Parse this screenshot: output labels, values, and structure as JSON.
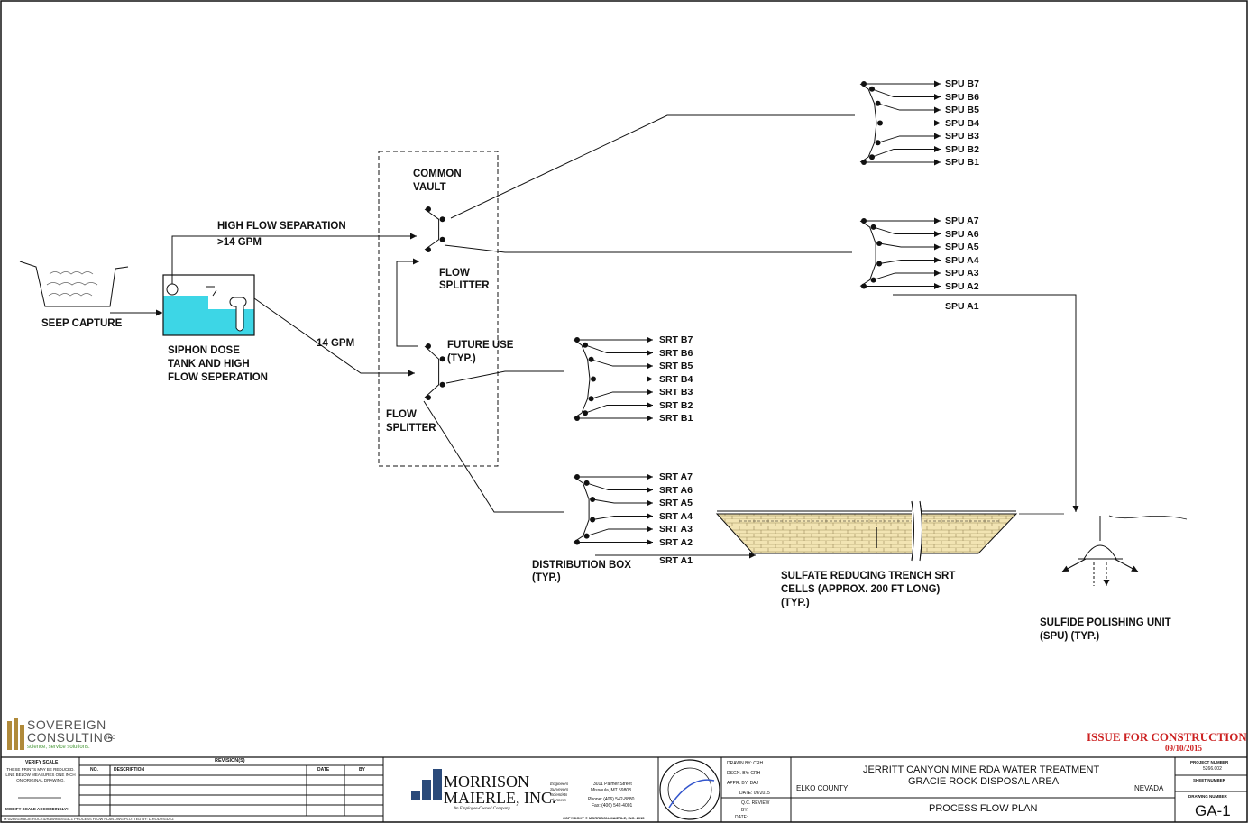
{
  "labels": {
    "seep_capture": "SEEP CAPTURE",
    "siphon_tank": [
      "SIPHON DOSE",
      "TANK AND HIGH",
      "FLOW SEPERATION"
    ],
    "high_flow": "HIGH FLOW SEPARATION",
    "gt14": ">14 GPM",
    "gpm14": "14 GPM",
    "common_vault": [
      "COMMON",
      "VAULT"
    ],
    "flow_splitter_upper": [
      "FLOW",
      "SPLITTER"
    ],
    "future_use": "FUTURE USE",
    "typ": "(TYP.)",
    "flow_splitter_lower": [
      "FLOW",
      "SPLITTER"
    ],
    "distribution_box": [
      "DISTRIBUTION BOX",
      "(TYP.)"
    ],
    "srt_cells": [
      "SULFATE REDUCING TRENCH SRT",
      "CELLS (APPROX. 200 FT LONG)",
      "(TYP.)"
    ],
    "spu_label": [
      "SULFIDE POLISHING UNIT",
      "(SPU) (TYP.)"
    ]
  },
  "spu_b": [
    "SPU B7",
    "SPU B6",
    "SPU B5",
    "SPU B4",
    "SPU B3",
    "SPU B2",
    "SPU B1"
  ],
  "spu_a": [
    "SPU A7",
    "SPU A6",
    "SPU A5",
    "SPU A4",
    "SPU A3",
    "SPU A2"
  ],
  "spu_a1": "SPU A1",
  "srt_b": [
    "SRT B7",
    "SRT B6",
    "SRT B5",
    "SRT B4",
    "SRT B3",
    "SRT B2",
    "SRT B1"
  ],
  "srt_a": [
    "SRT A7",
    "SRT A6",
    "SRT A5",
    "SRT A4",
    "SRT A3",
    "SRT A2"
  ],
  "srt_a1": "SRT A1",
  "issue": {
    "title": "ISSUE FOR CONSTRUCTION",
    "date": "09/10/2015",
    "color": "#cc2222"
  },
  "sovereign": {
    "line1": "SOVEREIGN",
    "line2": "CONSULTING",
    "inc": "INC",
    "tagline": "science, service solutions."
  },
  "titleblock": {
    "verify_scale": "VERIFY SCALE",
    "verify_note": "THESE PRINTS MAY BE REDUCED. LINE BELOW MEASURES ONE INCH ON ORIGINAL DRAWING.",
    "modify_note": "MODIFY SCALE ACCORDINGLY!",
    "revisions": "REVISION(S)",
    "col_no": "NO.",
    "col_desc": "DESCRIPTION",
    "col_date": "DATE",
    "col_by": "BY",
    "path": "M:\\5266\\GRACIE\\ROCK\\DRAWINGS\\GA-1 PROCESS FLOW PLAN.DWG PLOTTED BY: D.RODRIGUEZ",
    "mm_name1": "MORRISON",
    "mm_name2": "MAIERLE, INC.",
    "mm_tag": "An Employee-Owned Company",
    "mm_roles": [
      "Engineers",
      "Surveyors",
      "Scientists",
      "Planners"
    ],
    "mm_address": [
      "3011 Palmer Street",
      "Missoula, MT 59808"
    ],
    "mm_phone": [
      "Phone: (406) 542-8880",
      "Fax: (406) 542-4001"
    ],
    "copyright": "COPYRIGHT © MORRISON-MAIERLE, INC. 2015",
    "drawn_by": "DRAWN BY: CRH",
    "dsgn_by": "DSGN. BY: CRH",
    "appr_by": "APPR. BY: DAJ",
    "date": "DATE: 09/2015",
    "qc": "Q.C. REVIEW",
    "qc_by": "BY:",
    "qc_date": "DATE:",
    "proj_line1": "JERRITT CANYON MINE RDA WATER TREATMENT",
    "proj_line2": "GRACIE ROCK DISPOSAL AREA",
    "county": "ELKO COUNTY",
    "state": "NEVADA",
    "sheet_title": "PROCESS FLOW PLAN",
    "project_number_label": "PROJECT NUMBER",
    "project_number": "5266.002",
    "sheet_number_label": "SHEET NUMBER",
    "drawing_number_label": "DRAWING NUMBER",
    "drawing_number": "GA-1"
  },
  "colors": {
    "water": "#3dd6e6",
    "trench": "#f2e4b3",
    "line": "#111111"
  }
}
